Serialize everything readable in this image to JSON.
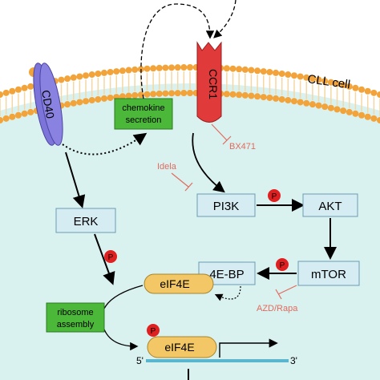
{
  "labels": {
    "cll_cell": "CLL cell",
    "cd40": "CD40",
    "ccr1": "CCR1",
    "chemokine_line1": "chemokine",
    "chemokine_line2": "secretion",
    "bx471": "BX471",
    "idela": "Idela",
    "erk": "ERK",
    "pi3k": "PI3K",
    "akt": "AKT",
    "mtor": "mTOR",
    "four_ebp": "4E-BP",
    "eif4e_top": "eIF4E",
    "eif4e_bottom": "eIF4E",
    "ribosome_line1": "ribosome",
    "ribosome_line2": "assembly",
    "azd_rapa": "AZD/Rapa",
    "p": "P",
    "five_prime": "5'",
    "three_prime": "3'"
  },
  "colors": {
    "cytoplasm": "#d9f2ef",
    "membrane_head": "#f2a33a",
    "membrane_tail": "#f4d7a4",
    "receptor_cd40": "#7d74d9",
    "receptor_ccr1": "#e03a3a",
    "box_fill": "#d5ecf3",
    "box_stroke": "#6a9cb3",
    "green_box": "#4cb83a",
    "eif4e_fill": "#f3c765",
    "phospho": "#e02020",
    "inhibitor": "#e36a5e",
    "mrna": "#5ab6cf"
  }
}
